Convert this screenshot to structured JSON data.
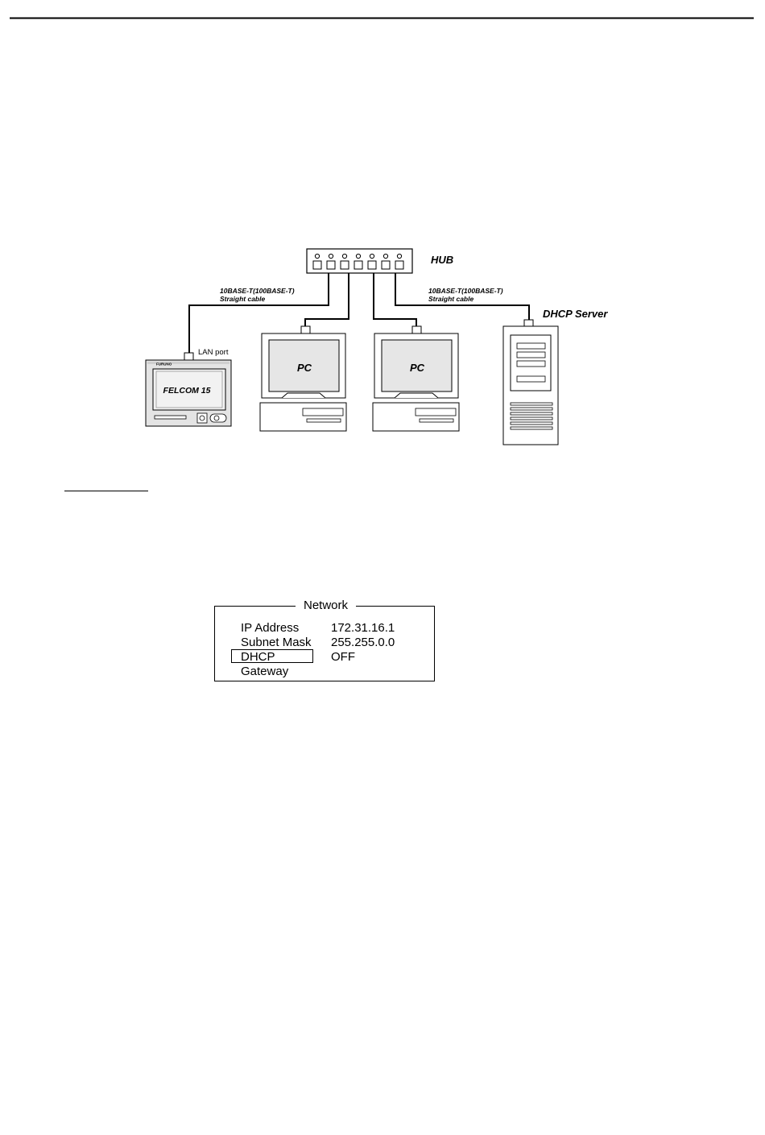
{
  "diagram": {
    "hub_label": "HUB",
    "dhcp_server_label": "DHCP Server",
    "cable_left": {
      "line1": "10BASE-T(100BASE-T)",
      "line2": "Straight cable"
    },
    "cable_right": {
      "line1": "10BASE-T(100BASE-T)",
      "line2": "Straight cable"
    },
    "lan_port_label": "LAN port",
    "terminal_brand": "FURUNO",
    "terminal_screen_label": "FELCOM 15",
    "pc_labels": [
      "PC",
      "PC"
    ]
  },
  "network_panel": {
    "title": "Network",
    "rows": [
      {
        "label": "IP Address",
        "value": "172.31.16.1"
      },
      {
        "label": "Subnet Mask",
        "value": "255.255.0.0"
      },
      {
        "label": "DHCP",
        "value": "OFF",
        "selected": true
      },
      {
        "label": "Gateway",
        "value": ""
      }
    ]
  }
}
